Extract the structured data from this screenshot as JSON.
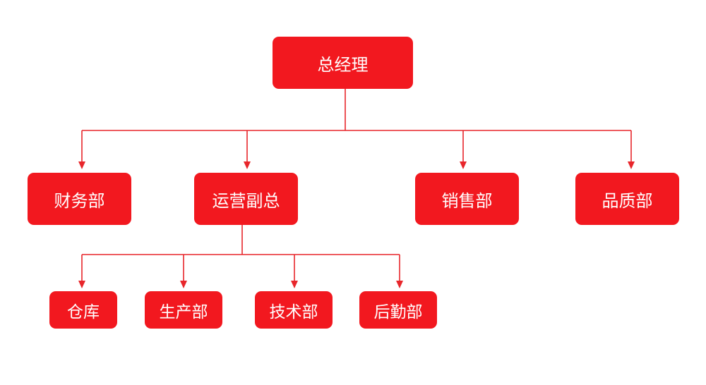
{
  "org_chart": {
    "colors": {
      "node_fill": "#f2181f",
      "node_text": "#ffffff",
      "connector": "#e8262b"
    },
    "root": {
      "label": "总经理"
    },
    "departments": [
      {
        "label": "财务部"
      },
      {
        "label": "运营副总"
      },
      {
        "label": "销售部"
      },
      {
        "label": "品质部"
      }
    ],
    "operations_children": [
      {
        "label": "仓库"
      },
      {
        "label": "生产部"
      },
      {
        "label": "技术部"
      },
      {
        "label": "后勤部"
      }
    ]
  }
}
